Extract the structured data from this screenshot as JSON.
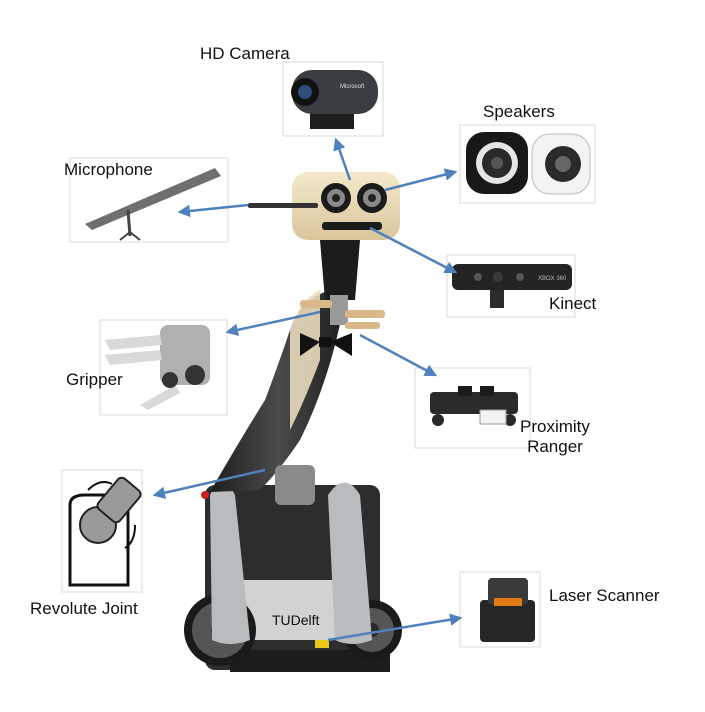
{
  "labels": {
    "hd_camera": "HD Camera",
    "speakers": "Speakers",
    "microphone": "Microphone",
    "kinect": "Kinect",
    "gripper": "Gripper",
    "proximity_line1": "Proximity",
    "proximity_line2": "Ranger",
    "revolute_joint": "Revolute Joint",
    "laser_scanner": "Laser Scanner"
  },
  "logos": {
    "camera_brand": "Microsoft",
    "kinect_brand": "XBOX 360",
    "base_brand": "TUDelft"
  },
  "colors": {
    "arrow": "#4f81bd",
    "panel_border": "#d8d8d8",
    "robot_dark": "#2b2b2b",
    "robot_cream": "#efe2c2",
    "robot_grey": "#b9bcbf"
  }
}
